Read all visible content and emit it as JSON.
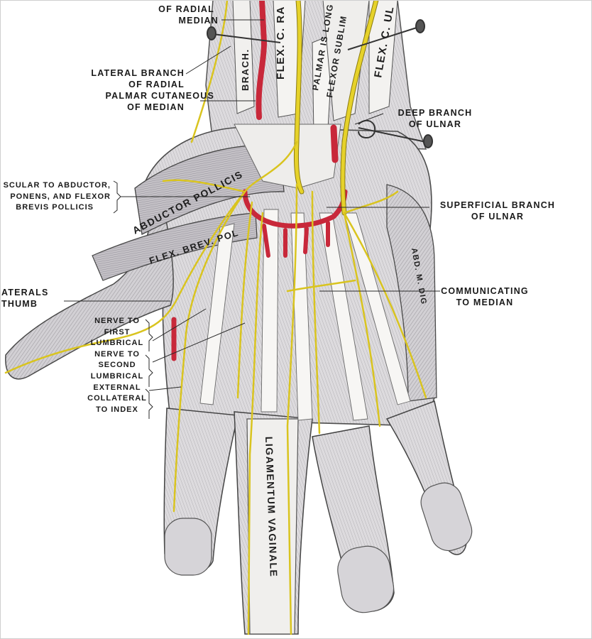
{
  "colors": {
    "nerve": "#e6d22a",
    "nerve_outline": "#8a7a10",
    "artery": "#c8283a",
    "tendon": "#f5f5f3",
    "muscle": "#c9c6ca",
    "skin": "#dcdade",
    "ink": "#1a1a1a"
  },
  "labels": {
    "of_radial_top": "OF RADIAL",
    "median_top": "MEDIAN",
    "lateral_branch": [
      "LATERAL BRANCH",
      "OF RADIAL",
      "PALMAR CUTANEOUS",
      "OF MEDIAN"
    ],
    "deep_branch": [
      "DEEP BRANCH",
      "OF ULNAR"
    ],
    "muscular_abductor": [
      "SCULAR TO ABDUCTOR,",
      "PONENS, AND FLEXOR",
      "BREVIS POLLICIS"
    ],
    "superficial_branch": [
      "SUPERFICIAL BRANCH",
      "OF ULNAR"
    ],
    "laterals_thumb": [
      "ATERALS",
      "THUMB"
    ],
    "communicating": [
      "COMMUNICATING",
      "TO MEDIAN"
    ],
    "nerve_lumbricals": [
      "NERVE TO",
      "FIRST",
      "LUMBRICAL",
      "NERVE TO",
      "SECOND",
      "LUMBRICAL",
      "EXTERNAL",
      "COLLATERAL",
      "TO INDEX"
    ]
  },
  "structure_tags": {
    "flex_c_ra": "FLEX. C. RA",
    "brach": "BRACH.",
    "palmar_is_long": "PALMAR IS LONG",
    "flexor_sublim": "FLEXOR SUBLIM",
    "flex_c_ul": "FLEX. C. UL",
    "abductor_pollicis": "ABDUCTOR POLLICIS",
    "flex_brev_pol": "FLEX. BREV. POL",
    "abd_m_dig": "ABD. M. DIG",
    "ligamentum_vaginale": "LIGAMENTUM VAGINALE"
  }
}
